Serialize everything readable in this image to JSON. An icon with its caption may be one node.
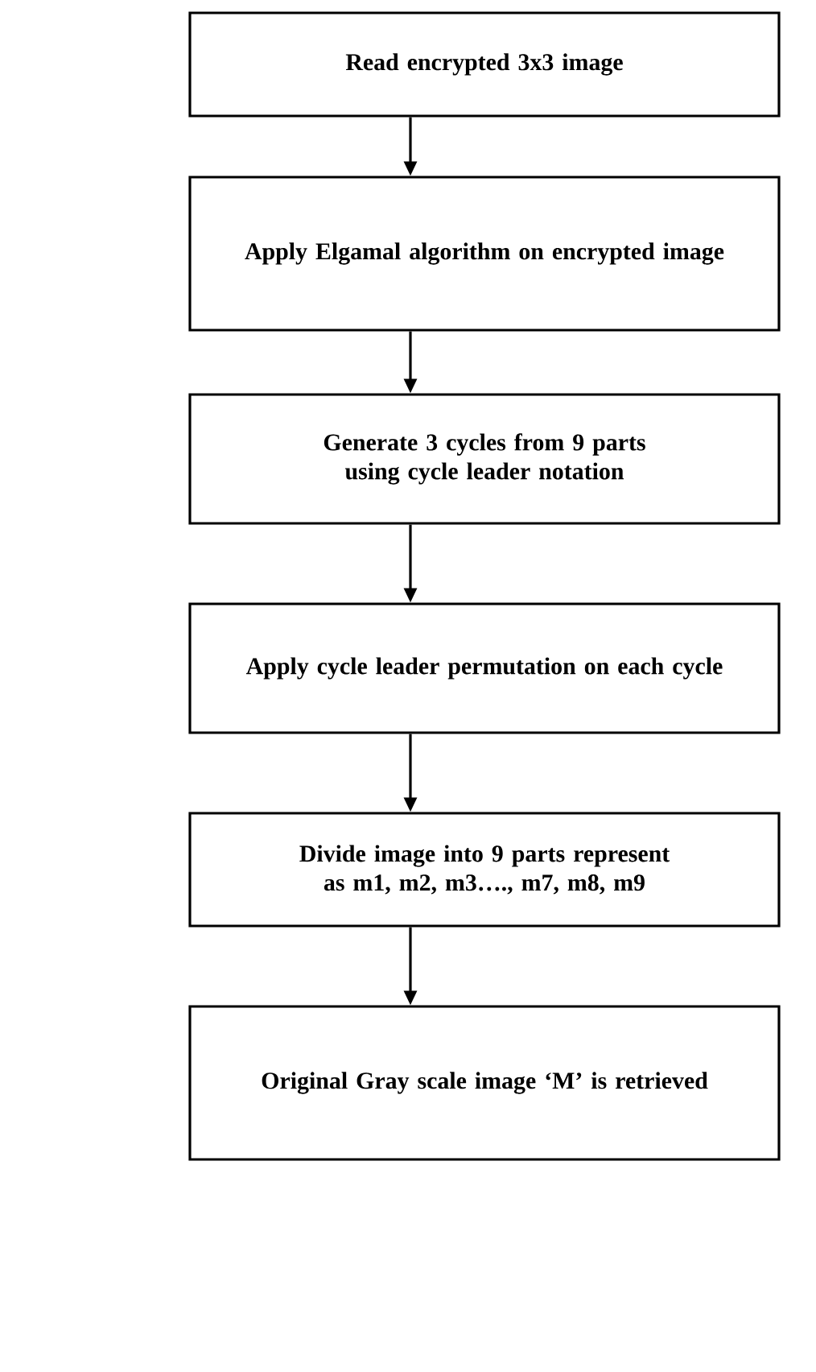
{
  "diagram": {
    "nodes": [
      {
        "text": [
          "Read encrypted 3x3 image"
        ]
      },
      {
        "text": [
          "Apply Elgamal algorithm on encrypted image"
        ]
      },
      {
        "text": [
          "Generate 3 cycles from 9 parts using cycle leader notation"
        ]
      },
      {
        "text": [
          "Apply cycle leader permutation on each cycle"
        ]
      },
      {
        "text": [
          "Divide image into 9 parts represent as m1, m2, m3…., m7, m8, m9"
        ]
      },
      {
        "text": [
          "Original Gray scale image ‘M’ is retrieved"
        ]
      }
    ],
    "edges": [
      {
        "from": 0,
        "to": 1,
        "arrow": "to"
      },
      {
        "from": 1,
        "to": 2,
        "arrow": "to"
      },
      {
        "from": 2,
        "to": 3,
        "arrow": "to"
      },
      {
        "from": 3,
        "to": 4,
        "arrow": "to"
      },
      {
        "from": 4,
        "to": 5,
        "arrow": "to"
      }
    ]
  }
}
